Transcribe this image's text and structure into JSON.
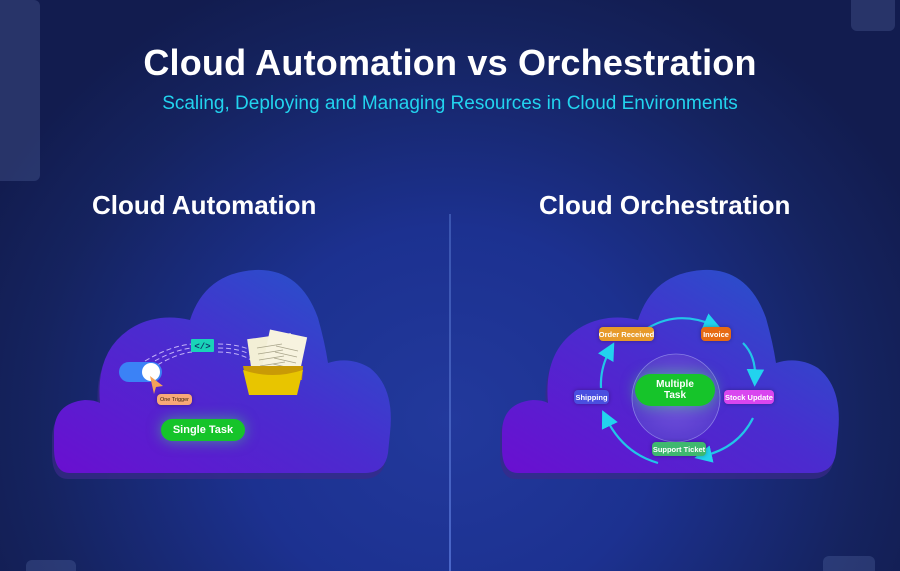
{
  "header": {
    "title": "Cloud Automation vs Orchestration",
    "subtitle": "Scaling, Deploying and Managing Resources in Cloud Environments"
  },
  "automation": {
    "heading": "Cloud Automation",
    "code_icon": "</>",
    "trigger_label": "One Trigger",
    "task_label": "Single Task"
  },
  "orchestration": {
    "heading": "Cloud Orchestration",
    "center_task": "Multiple Task",
    "cycle_steps": [
      {
        "label": "Order Received",
        "color": "#e79a2a"
      },
      {
        "label": "Invoice",
        "color": "#e76a12"
      },
      {
        "label": "Stock Update",
        "color": "#d946ef"
      },
      {
        "label": "Support Ticket",
        "color": "#3fb86f"
      },
      {
        "label": "Shipping",
        "color": "#4a4fe0"
      }
    ]
  },
  "colors": {
    "background": "#15235f",
    "accent_cyan": "#22d3ee",
    "task_green": "#16c42a",
    "cloud_purple": "#6a0fd0",
    "cloud_blue": "#1e5bc8"
  }
}
